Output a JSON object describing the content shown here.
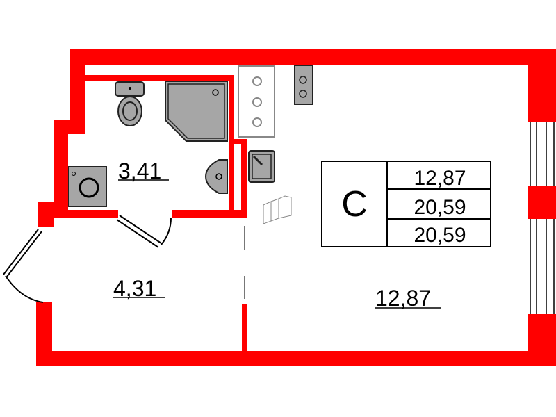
{
  "rooms": [
    {
      "name": "bathroom",
      "area": "3,41"
    },
    {
      "name": "hallway",
      "area": "4,31"
    },
    {
      "name": "living-room",
      "area": "12,87"
    }
  ],
  "summary_table": {
    "type_label": "С",
    "values": [
      "12,87",
      "20,59",
      "20,59"
    ]
  },
  "colors": {
    "wall": "#ff0000",
    "fixture": "#a6a6a6"
  }
}
